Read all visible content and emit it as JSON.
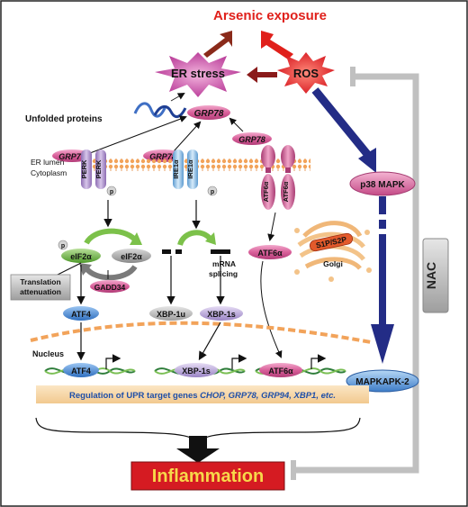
{
  "diagram": {
    "title": "Arsenic exposure",
    "er_stress": "ER stress",
    "ros": "ROS",
    "unfolded_proteins": "Unfolded proteins",
    "grp78": "GRP78",
    "er_lumen": "ER lumen",
    "cytoplasm": "Cytoplasm",
    "perk": "PERK",
    "ire1a": "IRE1α",
    "atf6a": "ATF6α",
    "p": "p",
    "eif2a": "eIF2α",
    "gadd34": "GADD34",
    "translation_attenuation": "Translation\nattenuation",
    "atf4": "ATF4",
    "mrna_splicing": "mRNA\nsplicing",
    "xbp1u": "XBP-1u",
    "xbp1s": "XBP-1s",
    "s1p_s2p": "S1P/S2P",
    "golgi": "Golgi",
    "p38": "p38 MAPK",
    "nac": "NAC",
    "nucleus": "Nucleus",
    "mapkapk2": "MAPKAPK-2",
    "regulation_prefix": "Regulation of UPR target genes ",
    "regulation_genes": "CHOP, GRP78, GRP94, XBP1, etc.",
    "inflammation": "Inflammation"
  },
  "colors": {
    "arsenic_text": "#e0201b",
    "er_stress_star": "#c2359c",
    "ros_star": "#e0201b",
    "grp78": "#d9609a",
    "perk": "#b79bd0",
    "ire1a": "#9fc8ea",
    "atf6a": "#d9609a",
    "eif2a": "#6fb33a",
    "atf4": "#3f86d9",
    "xbp": "#b8a3d8",
    "p38_arrow": "#232c86",
    "nac_bar": "#c0c0c0",
    "regulation_box": "#f8d9a8",
    "inflammation_box": "#d51b22",
    "inflammation_text": "#f7d84a",
    "s1p_s2p": "#e35a2b",
    "golgi": "#f3c89a"
  }
}
